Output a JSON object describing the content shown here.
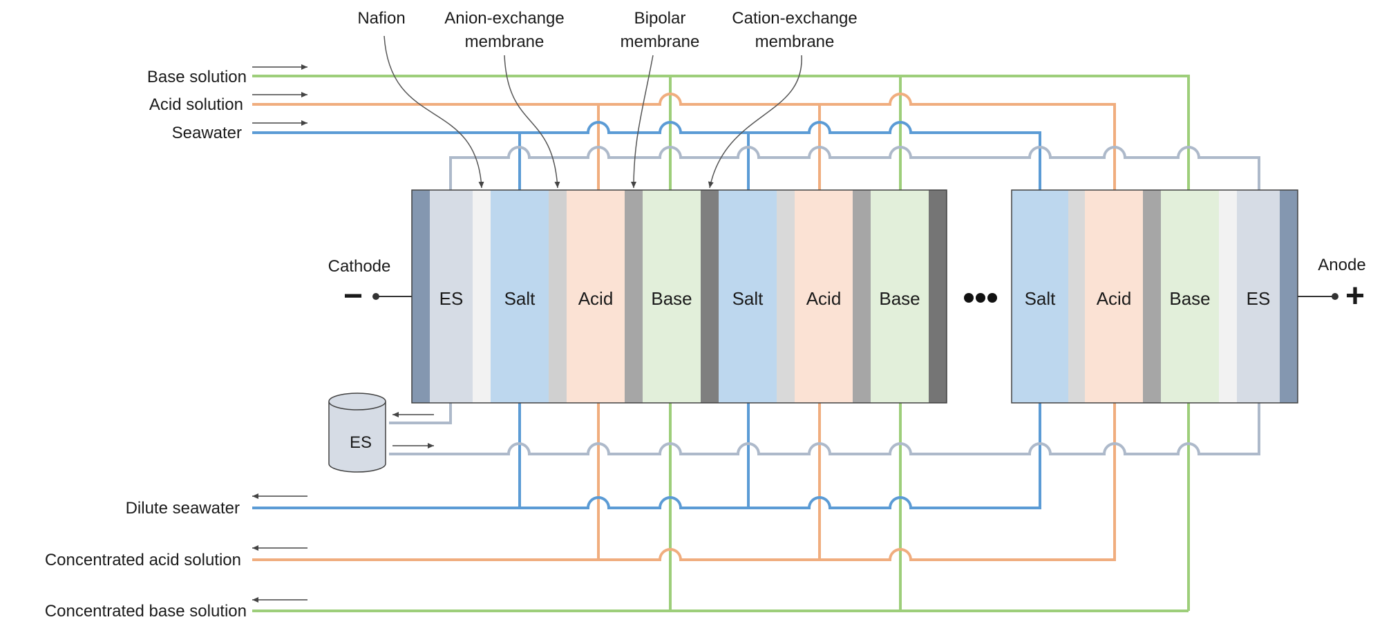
{
  "callouts": {
    "nafion": "Nafion",
    "anion": [
      "Anion-exchange",
      "membrane"
    ],
    "bipolar": [
      "Bipolar",
      "membrane"
    ],
    "cation": [
      "Cation-exchange",
      "membrane"
    ]
  },
  "inlets": {
    "base": "Base solution",
    "acid": "Acid solution",
    "seawater": "Seawater"
  },
  "outlets": {
    "dilute": "Dilute seawater",
    "acid": "Concentrated acid solution",
    "base": "Concentrated base solution"
  },
  "electrodes": {
    "cathode": "Cathode",
    "cathode_sign": "−",
    "anode": "Anode",
    "anode_sign": "+"
  },
  "stack1": [
    "ES",
    "Salt",
    "Acid",
    "Base",
    "Salt",
    "Acid",
    "Base"
  ],
  "stack2": [
    "Salt",
    "Acid",
    "Base",
    "ES"
  ],
  "ellipsis": "●●●",
  "tank": "ES",
  "colors": {
    "base": "#9dce7a",
    "acid": "#f0ad7e",
    "seawater": "#5b9bd5",
    "es": "#adb9ca",
    "salt_fill": "#bdd7ee",
    "acid_fill": "#fbe2d4",
    "base_fill": "#e2efda",
    "es_fill": "#d6dce5"
  }
}
